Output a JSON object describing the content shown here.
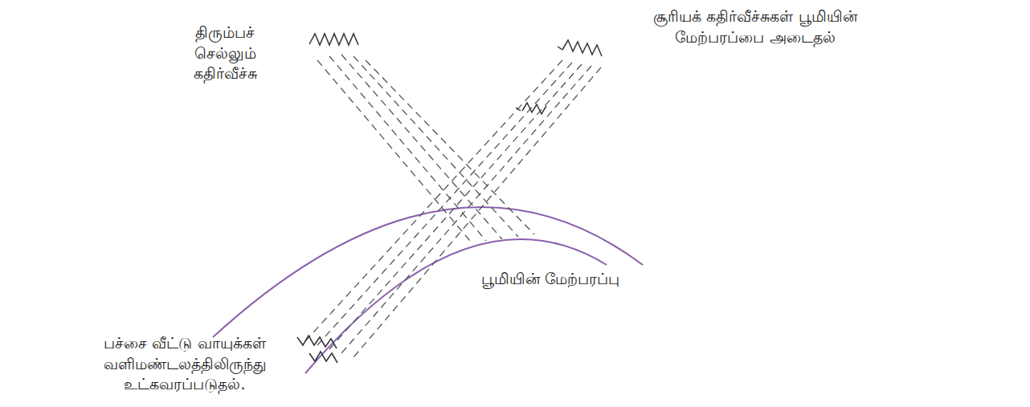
{
  "diagram": {
    "labels": [
      "திரும்பச் செல்லும் கதிர்வீச்சு",
      "சூரியக் கதிர்வீச்சுகள் பூமியின் மேற்பரப்பை அடைதல்",
      "பூமியின் மேற்பரப்பு",
      "பச்சை வீட்டு வாயுக்கள் வளிமண்டலத்திலிருந்து உட்கவரப்படுதல்."
    ]
  }
}
